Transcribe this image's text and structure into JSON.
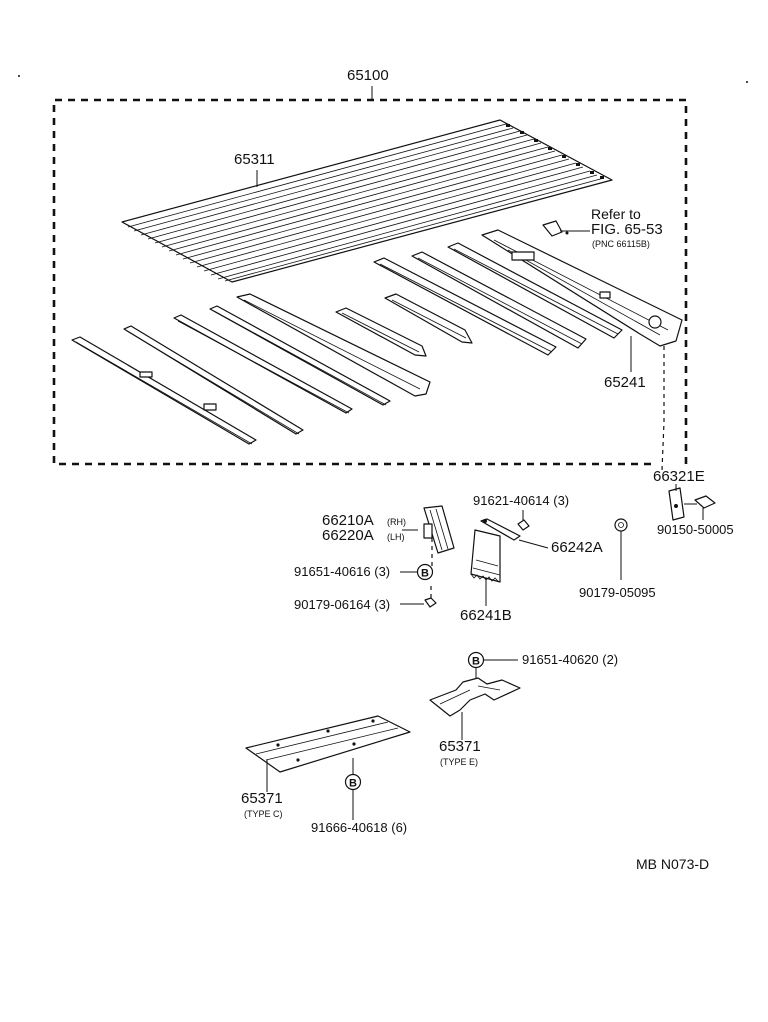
{
  "labels": {
    "assembly": "65100",
    "floor_panel": "65311",
    "refer_line1": "Refer to",
    "refer_line2": "FIG. 65-53",
    "refer_line3": "(PNC 66115B)",
    "sill": "65241",
    "hinge_bracket": "66321E",
    "bolt_top": "90150-50005",
    "nut_right": "90179-05095",
    "screw_3": "91621-40614 (3)",
    "mudguard_bracket": "66242A",
    "mudguard": "66241B",
    "stay_rh": "66210A",
    "stay_rh_tag": "(RH)",
    "stay_lh": "66220A",
    "stay_lh_tag": "(LH)",
    "bolt_b3": "91651-40616 (3)",
    "nut_3": "90179-06164 (3)",
    "bolt_b2": "91651-40620 (2)",
    "crossmember_e": "65371",
    "crossmember_e_type": "(TYPE E)",
    "crossmember_c": "65371",
    "crossmember_c_type": "(TYPE C)",
    "bolt_b6": "91666-40618 (6)",
    "figure_code": "MB N073-D"
  },
  "icons": {
    "bolt_marker": "B"
  }
}
